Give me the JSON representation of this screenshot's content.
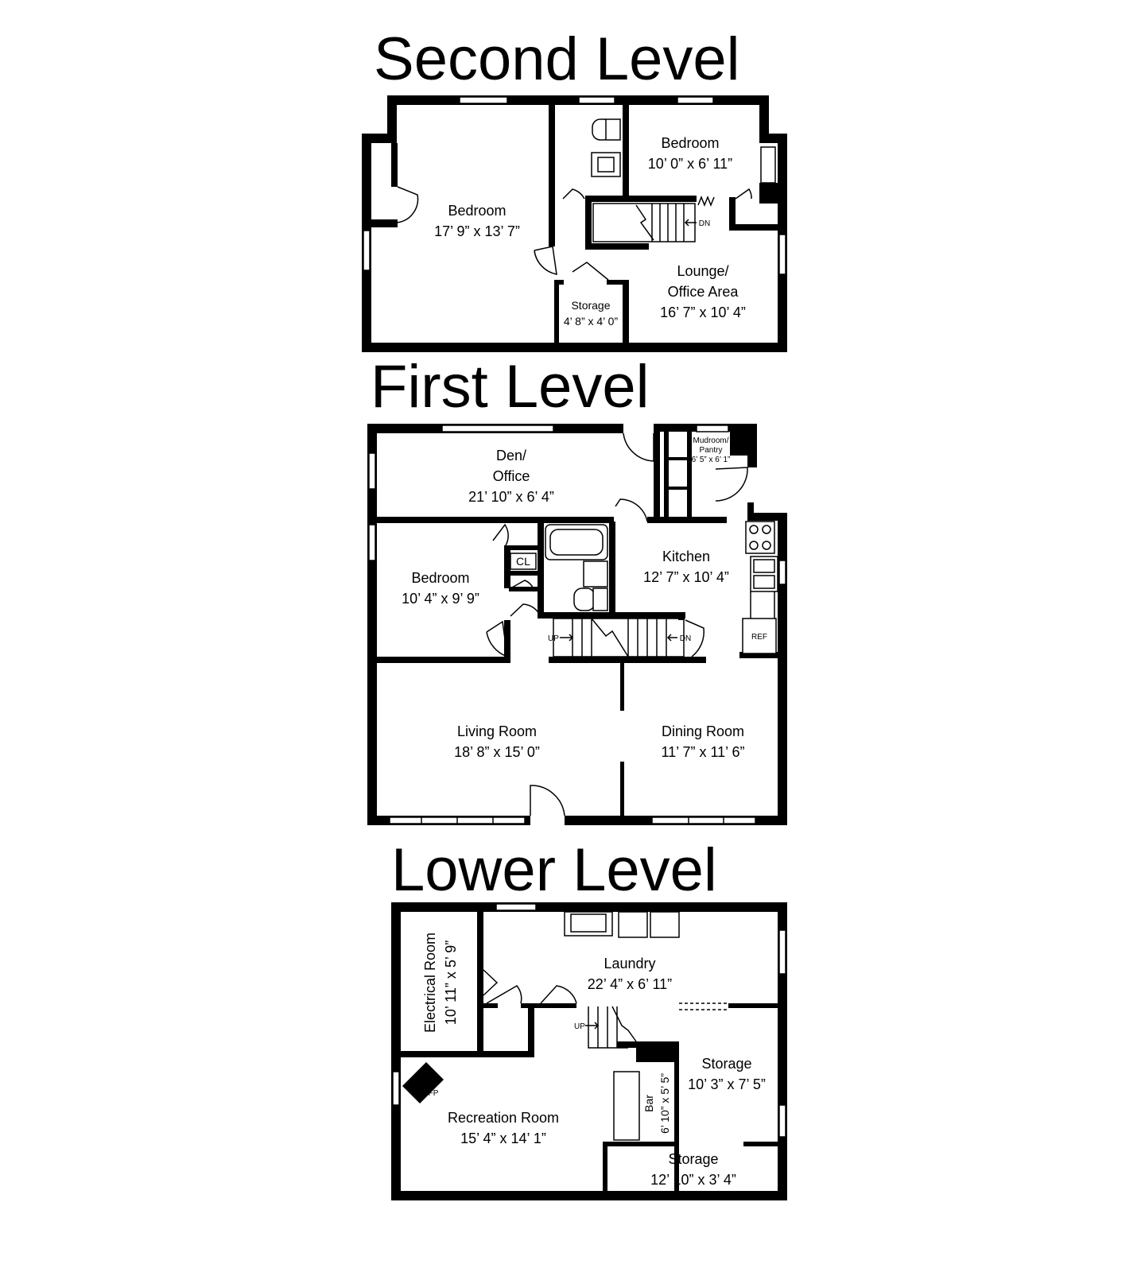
{
  "levels": {
    "second": {
      "title": "Second Level",
      "rooms": {
        "bedroom_a": {
          "name": "Bedroom",
          "dims": "17’ 9” x 13’ 7”"
        },
        "bedroom_b": {
          "name": "Bedroom",
          "dims": "10’ 0” x 6’ 11”"
        },
        "lounge": {
          "name_1": "Lounge/",
          "name_2": "Office Area",
          "dims": "16’ 7” x 10’ 4”"
        },
        "storage": {
          "name": "Storage",
          "dims": "4’ 8” x 4’ 0”"
        }
      },
      "labels": {
        "dn": "DN"
      }
    },
    "first": {
      "title": "First Level",
      "rooms": {
        "den": {
          "name_1": "Den/",
          "name_2": "Office",
          "dims": "21’ 10” x 6’ 4”"
        },
        "mudroom": {
          "name_1": "Mudroom/",
          "name_2": "Pantry",
          "dims": "6’ 5” x 6’ 1”"
        },
        "bedroom": {
          "name": "Bedroom",
          "dims": "10’ 4” x 9’ 9”"
        },
        "kitchen": {
          "name": "Kitchen",
          "dims": "12’ 7” x 10’ 4”"
        },
        "living": {
          "name": "Living Room",
          "dims": "18’ 8” x 15’ 0”"
        },
        "dining": {
          "name": "Dining Room",
          "dims": "11’ 7” x 11’ 6”"
        }
      },
      "labels": {
        "cl": "CL",
        "up": "UP",
        "dn": "DN",
        "ref": "REF"
      }
    },
    "lower": {
      "title": "Lower Level",
      "rooms": {
        "electrical": {
          "name": "Electrical Room",
          "dims": "10’ 11” x 5’ 9”"
        },
        "laundry": {
          "name": "Laundry",
          "dims": "22’ 4” x 6’ 11”"
        },
        "storage_a": {
          "name": "Storage",
          "dims": "10’ 3” x 7’ 5”"
        },
        "bar": {
          "name": "Bar",
          "dims": "6’ 10” x 5’ 5”"
        },
        "recreation": {
          "name": "Recreation Room",
          "dims": "15’ 4” x 14’ 1”"
        },
        "storage_b": {
          "name": "Storage",
          "dims": "12’ 10” x 3’ 4”"
        }
      },
      "labels": {
        "up": "UP",
        "fp": "FP"
      }
    }
  }
}
